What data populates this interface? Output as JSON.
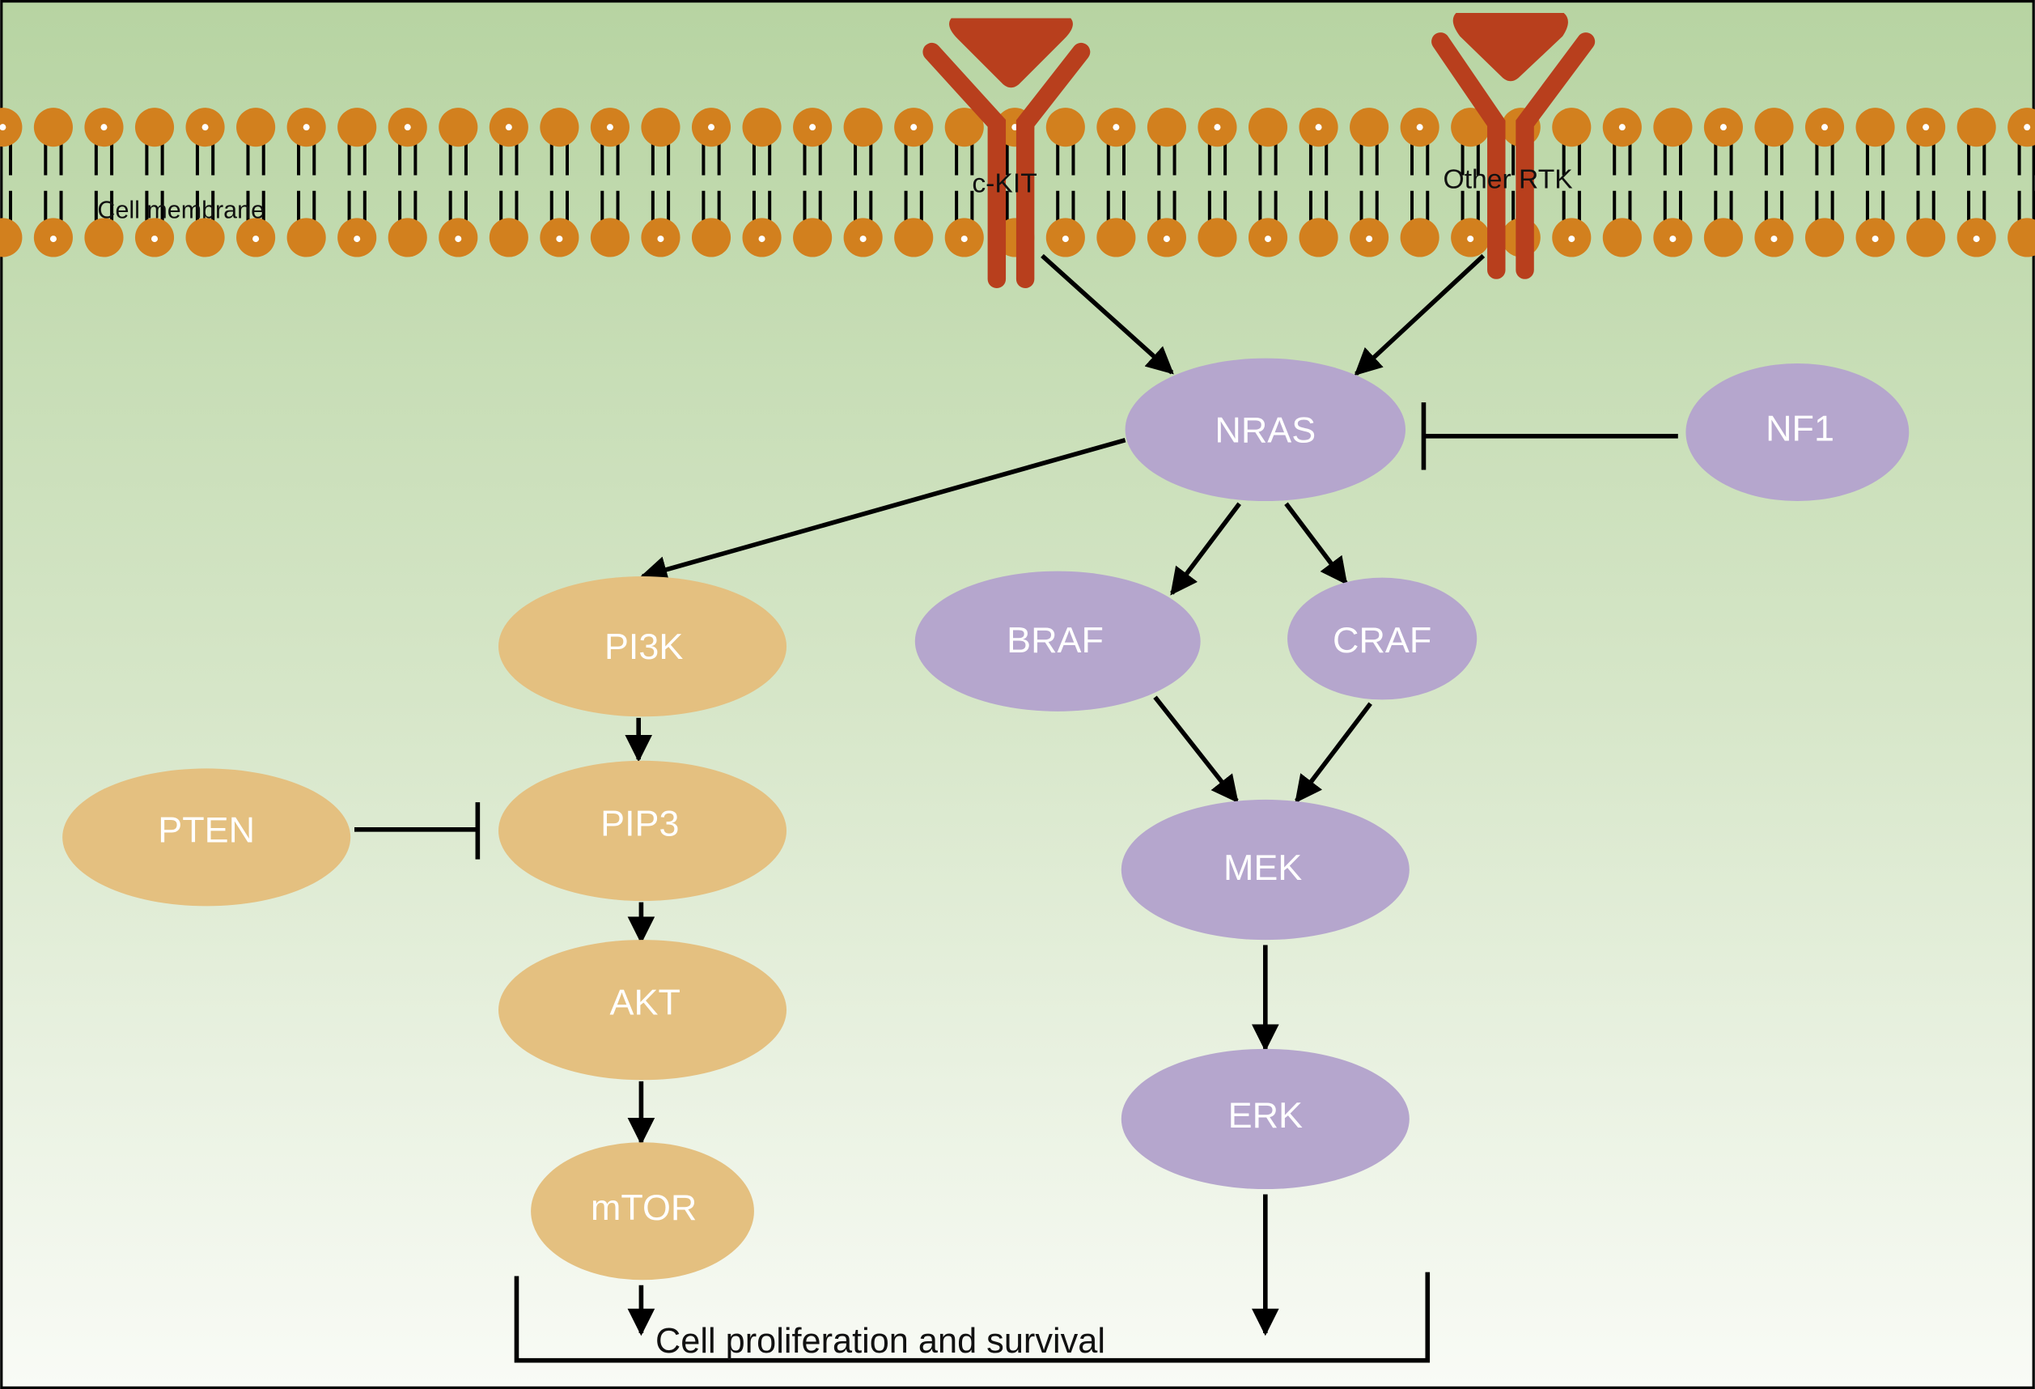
{
  "membrane": {
    "label": "Cell membrane"
  },
  "receptors": [
    {
      "id": "ckit",
      "label": "c-KIT"
    },
    {
      "id": "other_rtk",
      "label": "Other RTK"
    }
  ],
  "nodes": {
    "nras": {
      "label": "NRAS"
    },
    "nf1": {
      "label": "NF1"
    },
    "pi3k": {
      "label": "PI3K"
    },
    "pip3": {
      "label": "PIP3"
    },
    "pten": {
      "label": "PTEN"
    },
    "akt": {
      "label": "AKT"
    },
    "mtor": {
      "label": "mTOR"
    },
    "braf": {
      "label": "BRAF"
    },
    "craf": {
      "label": "CRAF"
    },
    "mek": {
      "label": "MEK"
    },
    "erk": {
      "label": "ERK"
    }
  },
  "outcome": {
    "label": "Cell proliferation and survival"
  },
  "edges": [
    {
      "from": "c-KIT",
      "to": "NRAS",
      "type": "activation"
    },
    {
      "from": "Other RTK",
      "to": "NRAS",
      "type": "activation"
    },
    {
      "from": "NF1",
      "to": "NRAS",
      "type": "inhibition"
    },
    {
      "from": "NRAS",
      "to": "PI3K",
      "type": "activation"
    },
    {
      "from": "NRAS",
      "to": "BRAF",
      "type": "activation"
    },
    {
      "from": "NRAS",
      "to": "CRAF",
      "type": "activation"
    },
    {
      "from": "PI3K",
      "to": "PIP3",
      "type": "activation"
    },
    {
      "from": "PTEN",
      "to": "PIP3",
      "type": "inhibition"
    },
    {
      "from": "PIP3",
      "to": "AKT",
      "type": "activation"
    },
    {
      "from": "AKT",
      "to": "mTOR",
      "type": "activation"
    },
    {
      "from": "BRAF",
      "to": "MEK",
      "type": "activation"
    },
    {
      "from": "CRAF",
      "to": "MEK",
      "type": "activation"
    },
    {
      "from": "MEK",
      "to": "ERK",
      "type": "activation"
    },
    {
      "from": "mTOR",
      "to": "Cell proliferation and survival",
      "type": "activation"
    },
    {
      "from": "ERK",
      "to": "Cell proliferation and survival",
      "type": "activation"
    }
  ],
  "colors": {
    "ras_mapk": "#b5a6cd",
    "pi3k_akt": "#e4c080",
    "receptor": "#b83f1d",
    "lipid_head": "#d2801e",
    "bg_top": "#b7d4a2",
    "bg_bottom": "#f8faf5"
  }
}
